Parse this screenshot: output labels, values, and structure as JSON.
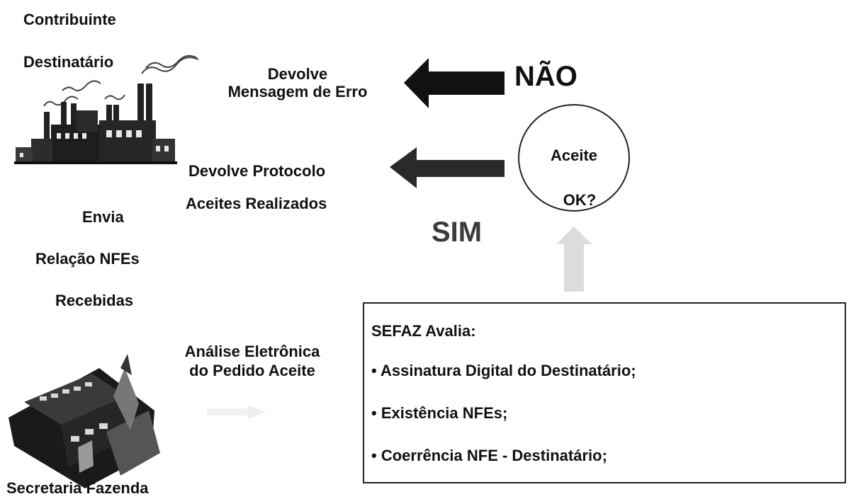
{
  "labels": {
    "contribuinte": "Contribuinte",
    "destinatario": "Destinatário",
    "devolve_erro_1": "Devolve",
    "devolve_erro_2": "Mensagem de Erro",
    "nao": "NÃO",
    "devolve_protocolo": "Devolve Protocolo",
    "aceites_realizados": "Aceites Realizados",
    "aceite": "Aceite",
    "ok": "OK?",
    "sim": "SIM",
    "envia": "Envia",
    "relacao_nfes": "Relação NFEs",
    "recebidas": "Recebidas",
    "analise_1": "Análise Eletrônica",
    "analise_2": "do Pedido Aceite",
    "secretaria": "Secretaria Fazenda"
  },
  "sefaz_box": {
    "title": "SEFAZ Avalia:",
    "items": [
      "• Assinatura Digital do Destinatário;",
      "• Existência NFEs;",
      "• Coerrência NFE - Destinatário;"
    ]
  },
  "colors": {
    "arrow_dark": "#111111",
    "arrow_medium": "#2a2a2a",
    "arrow_light": "#dcdcdc",
    "text": "#111111"
  },
  "icons": {
    "factory": "factory-icon",
    "government_building": "government-building-icon"
  }
}
